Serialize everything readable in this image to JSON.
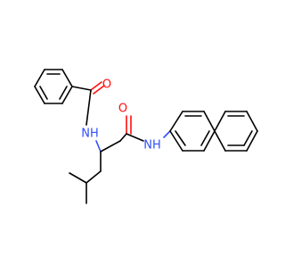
{
  "structure": {
    "atoms": {
      "o_benzoyl": "O",
      "nh_amide_left": "NH",
      "o_amide_right": "O",
      "nh_anilide": "NH"
    }
  },
  "colors": {
    "bond": "#000000",
    "oxygen": "#ff0d0d",
    "nitrogen": "#3050f8",
    "background": "#ffffff"
  }
}
